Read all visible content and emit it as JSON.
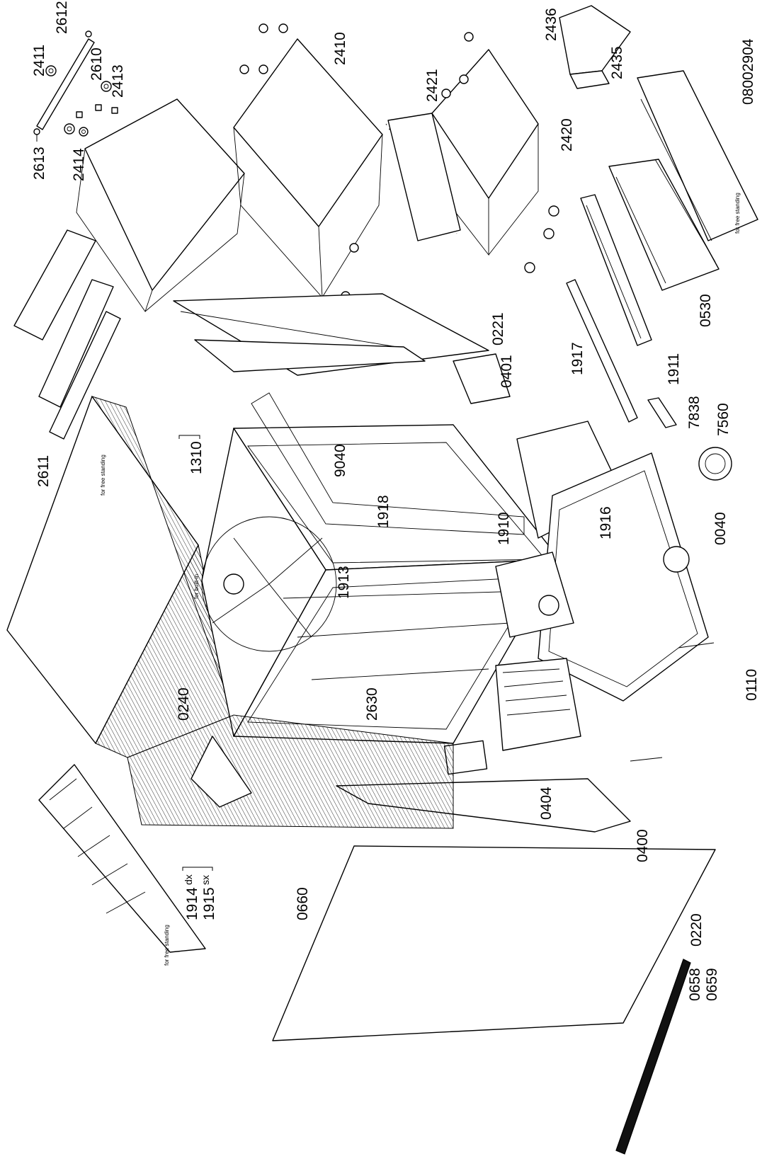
{
  "drawing_code": "08002904",
  "notes": {
    "free_standing": "for free standing",
    "built_in": "for built-in",
    "dx": "dx",
    "sx": "sx"
  },
  "parts": {
    "p2411": "2411",
    "p2612": "2612",
    "p2610": "2610",
    "p2413": "2413",
    "p2613": "2613",
    "p2414": "2414",
    "p2410": "2410",
    "p2421": "2421",
    "p2420": "2420",
    "p2436": "2436",
    "p2435": "2435",
    "p0530": "0530",
    "p1911": "1911",
    "p1917": "1917",
    "p0221": "0221",
    "p0401": "0401",
    "p7838": "7838",
    "p7560": "7560",
    "p2611": "2611",
    "p1310": "1310",
    "p9040": "9040",
    "p1918": "1918",
    "p1910": "1910",
    "p1916": "1916",
    "p0040": "0040",
    "p1913": "1913",
    "p2630": "2630",
    "p0240": "0240",
    "p0110": "0110",
    "p0404": "0404",
    "p0400": "0400",
    "p1914": "1914",
    "p1915": "1915",
    "p0660": "0660",
    "p0220": "0220",
    "p0658": "0658",
    "p0659": "0659"
  }
}
